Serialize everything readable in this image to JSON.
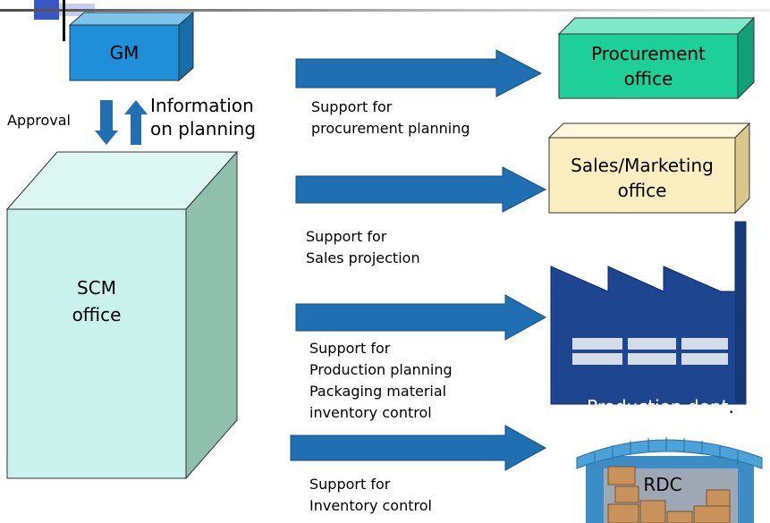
{
  "colors": {
    "arrow": "#1F6FB2",
    "gm_box": "#1E8FD8",
    "scm_box": "#C9F2EC",
    "procurement_box": "#1ECF9A",
    "sales_box": "#FBEFC2",
    "factory": "#1E4690",
    "warehouse_roof": "#4AA2D8"
  },
  "gm": {
    "label": "GM"
  },
  "approval": {
    "label": "Approval"
  },
  "information": {
    "label": "Information\non planning"
  },
  "scm": {
    "label": "SCM\noffice"
  },
  "procurement": {
    "label": "Procurement\noffice",
    "support": "Support for\nprocurement planning"
  },
  "sales": {
    "label": "Sales/Marketing\noffice",
    "support": "Support for\nSales projection"
  },
  "production": {
    "label": "Production dept",
    "suffix": ".",
    "support": "Support for\nProduction planning\nPackaging material\ninventory control"
  },
  "rdc": {
    "label": "RDC",
    "support": "Support for\nInventory control"
  }
}
